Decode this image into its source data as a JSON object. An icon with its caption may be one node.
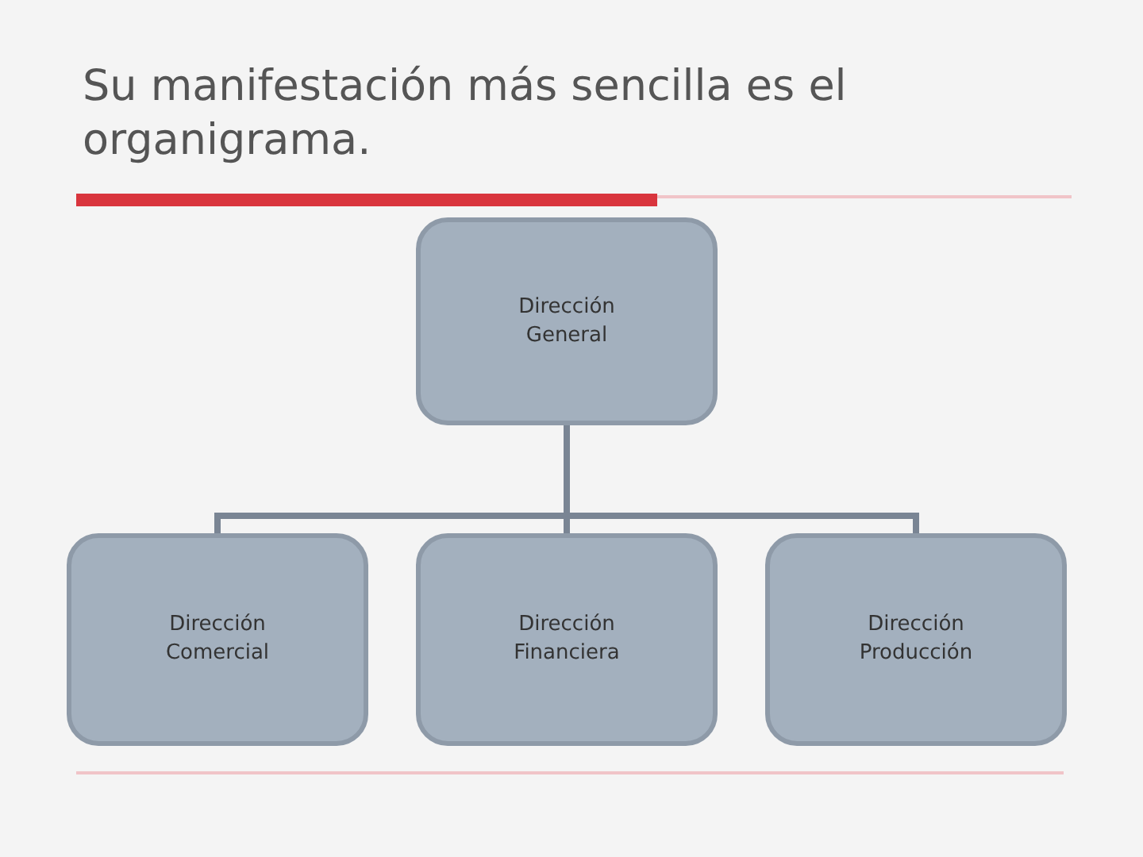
{
  "diagram": {
    "title": "Su manifestación más sencilla es el organigrama.",
    "nodes": [
      {
        "text": [
          "Dirección General"
        ]
      },
      {
        "text": [
          "Dirección Comercial"
        ]
      },
      {
        "text": [
          "Dirección Financiera"
        ]
      },
      {
        "text": [
          "Dirección Producción"
        ]
      }
    ],
    "edges": [
      {
        "from": 0,
        "to": 1,
        "arrow": "none"
      },
      {
        "from": 0,
        "to": 2,
        "arrow": "none"
      },
      {
        "from": 0,
        "to": 3,
        "arrow": "none"
      }
    ]
  }
}
